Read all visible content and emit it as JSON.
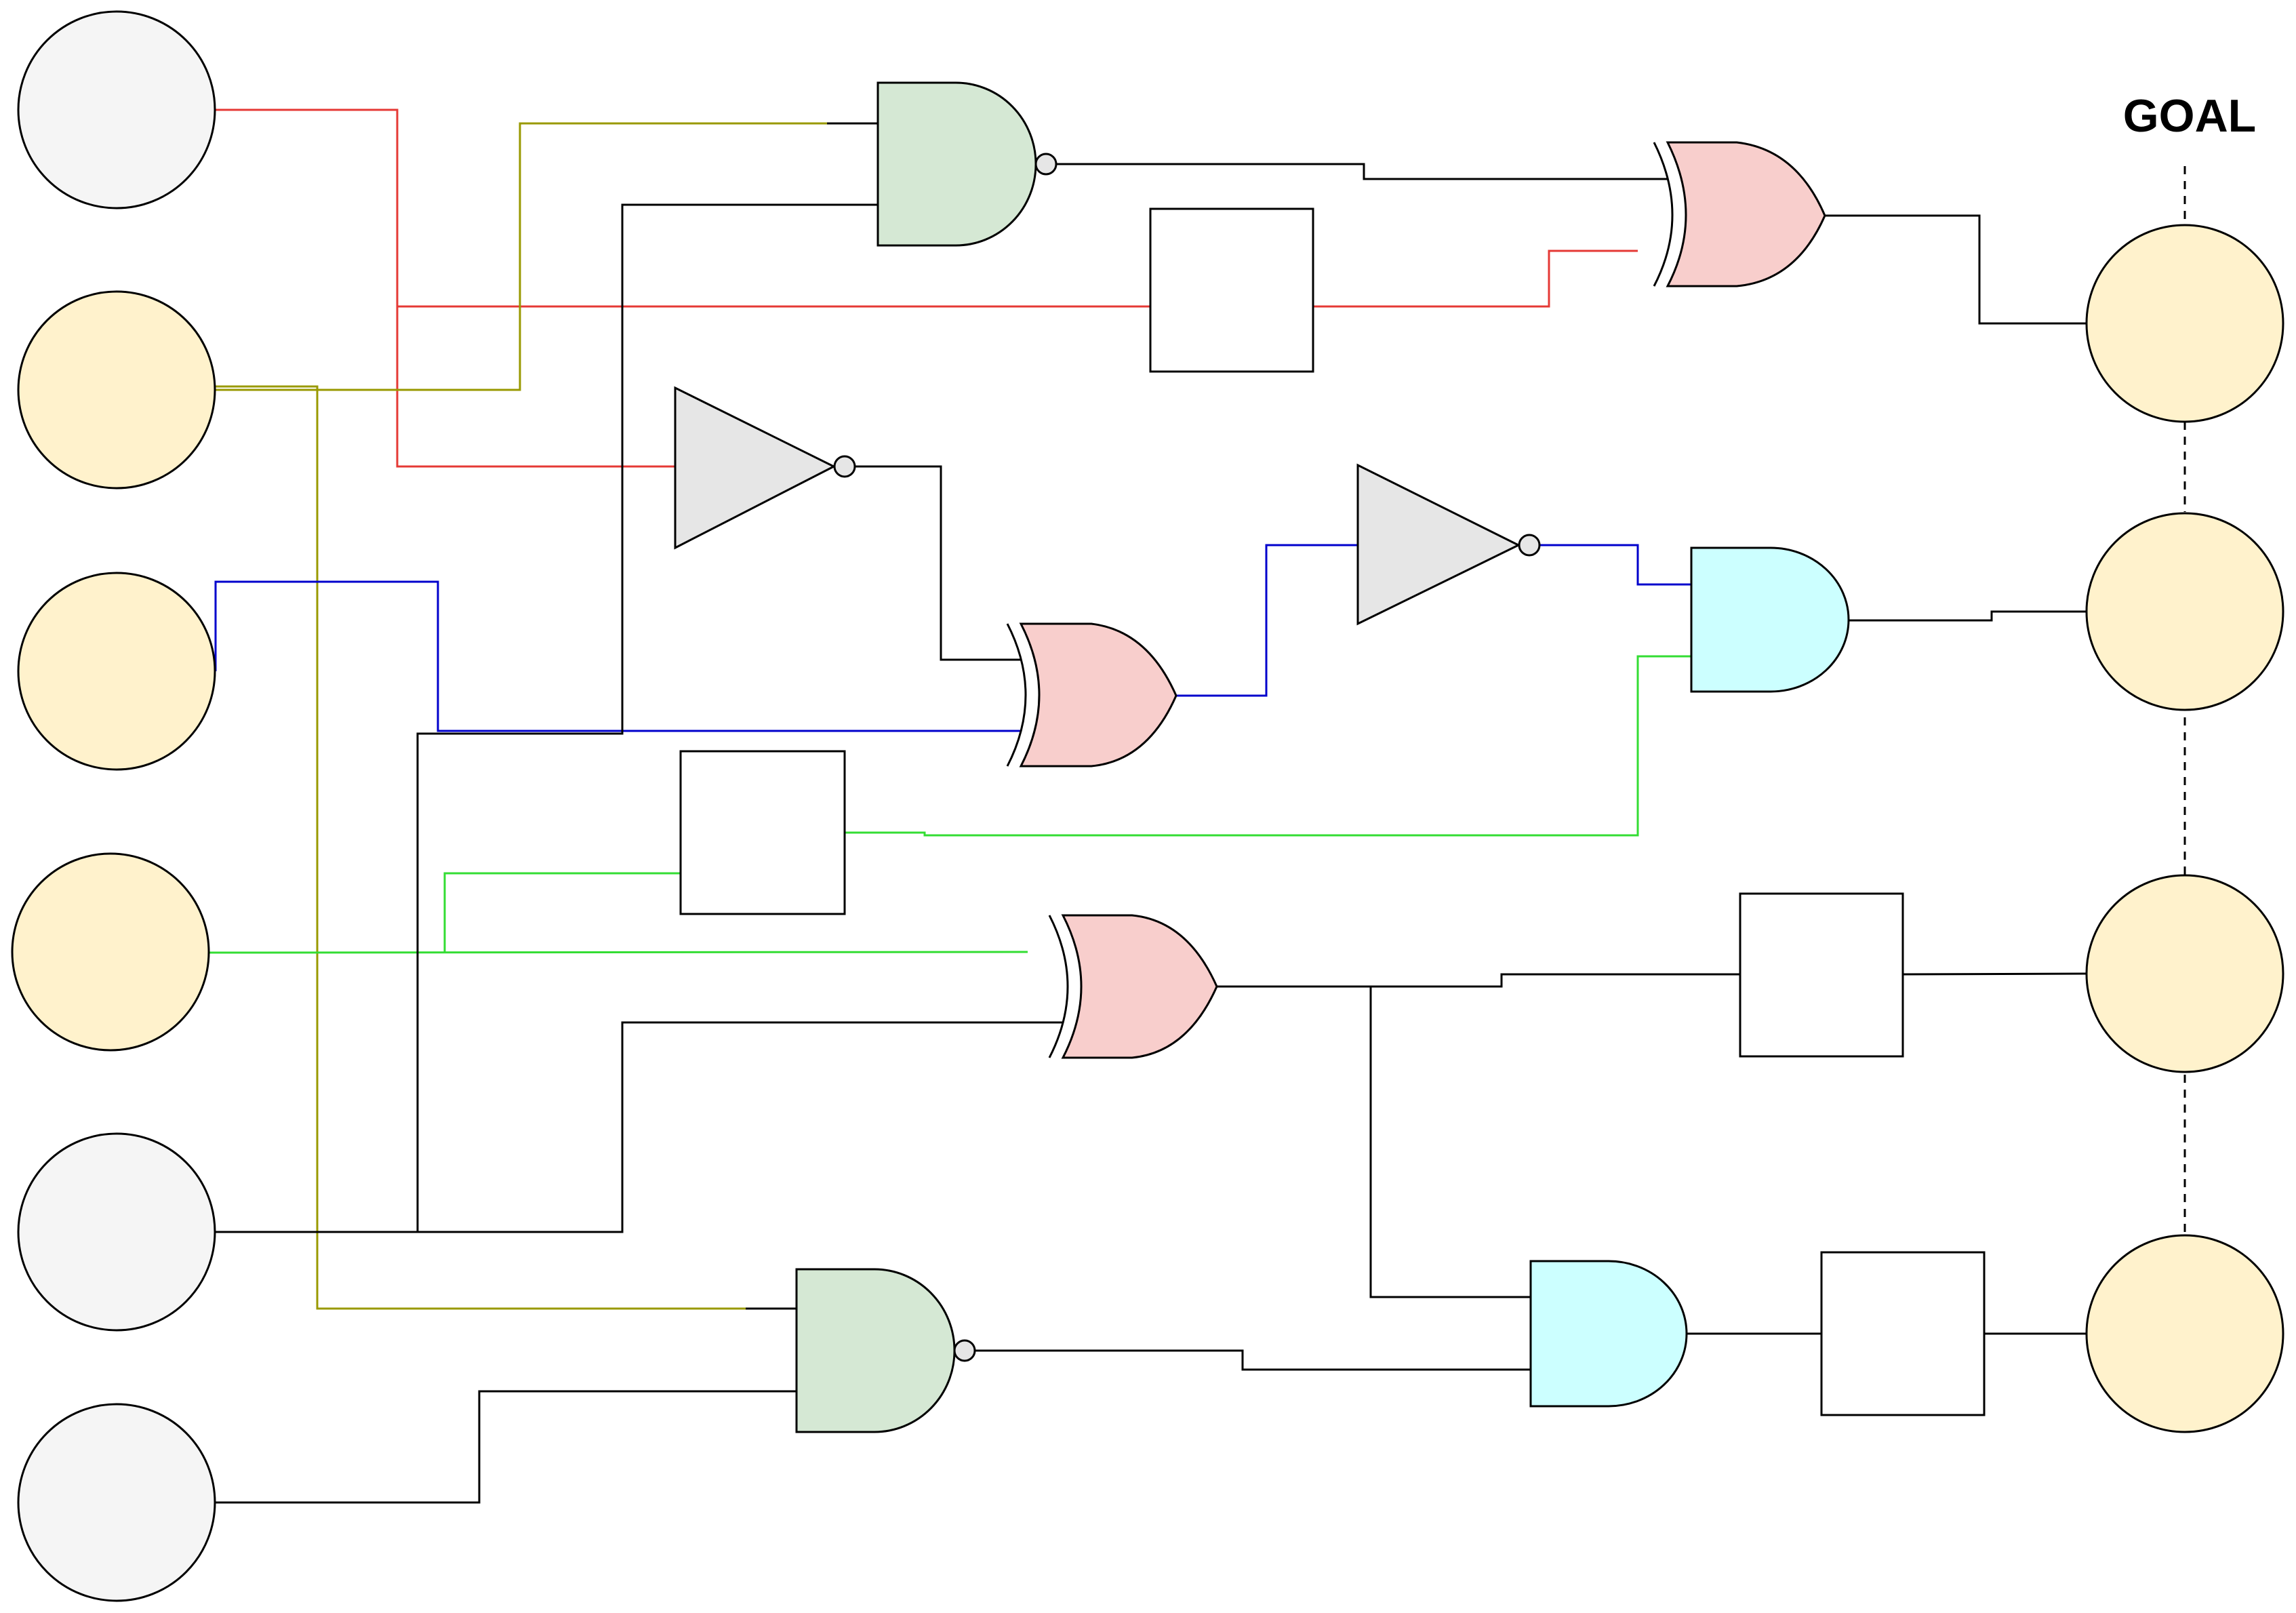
{
  "diagram": {
    "goal_label": "GOAL",
    "colors": {
      "input_off": "#f5f5f5",
      "input_on": "#fff2cc",
      "output": "#fff2cc",
      "nand_fill": "#d5e8d4",
      "xor_fill": "#f8cecc",
      "and_fill": "#ccffff",
      "not_fill": "#e6e6e6",
      "wire_default": "#000000",
      "wire_red": "#e53935",
      "wire_olive": "#999900",
      "wire_blue": "#0000cc",
      "wire_green": "#33dd33"
    },
    "inputs": [
      {
        "name": "input-1",
        "state": "off"
      },
      {
        "name": "input-2",
        "state": "on"
      },
      {
        "name": "input-3",
        "state": "on"
      },
      {
        "name": "input-4",
        "state": "on"
      },
      {
        "name": "input-5",
        "state": "off"
      },
      {
        "name": "input-6",
        "state": "off"
      }
    ],
    "outputs": [
      {
        "name": "goal-output-1",
        "state": "on"
      },
      {
        "name": "goal-output-2",
        "state": "on"
      },
      {
        "name": "goal-output-3",
        "state": "on"
      },
      {
        "name": "goal-output-4",
        "state": "on"
      }
    ],
    "gates": [
      {
        "name": "nand-gate-1",
        "type": "NAND"
      },
      {
        "name": "not-gate-1",
        "type": "NOT"
      },
      {
        "name": "xor-gate-1",
        "type": "XOR"
      },
      {
        "name": "not-gate-2",
        "type": "NOT"
      },
      {
        "name": "xor-gate-2",
        "type": "XOR"
      },
      {
        "name": "and-gate-1",
        "type": "AND"
      },
      {
        "name": "xor-gate-3",
        "type": "XOR"
      },
      {
        "name": "nand-gate-2",
        "type": "NAND"
      },
      {
        "name": "and-gate-2",
        "type": "AND"
      },
      {
        "name": "empty-slot-1",
        "type": "EMPTY"
      },
      {
        "name": "empty-slot-2",
        "type": "EMPTY"
      },
      {
        "name": "empty-slot-3",
        "type": "EMPTY"
      },
      {
        "name": "empty-slot-4",
        "type": "EMPTY"
      }
    ]
  }
}
